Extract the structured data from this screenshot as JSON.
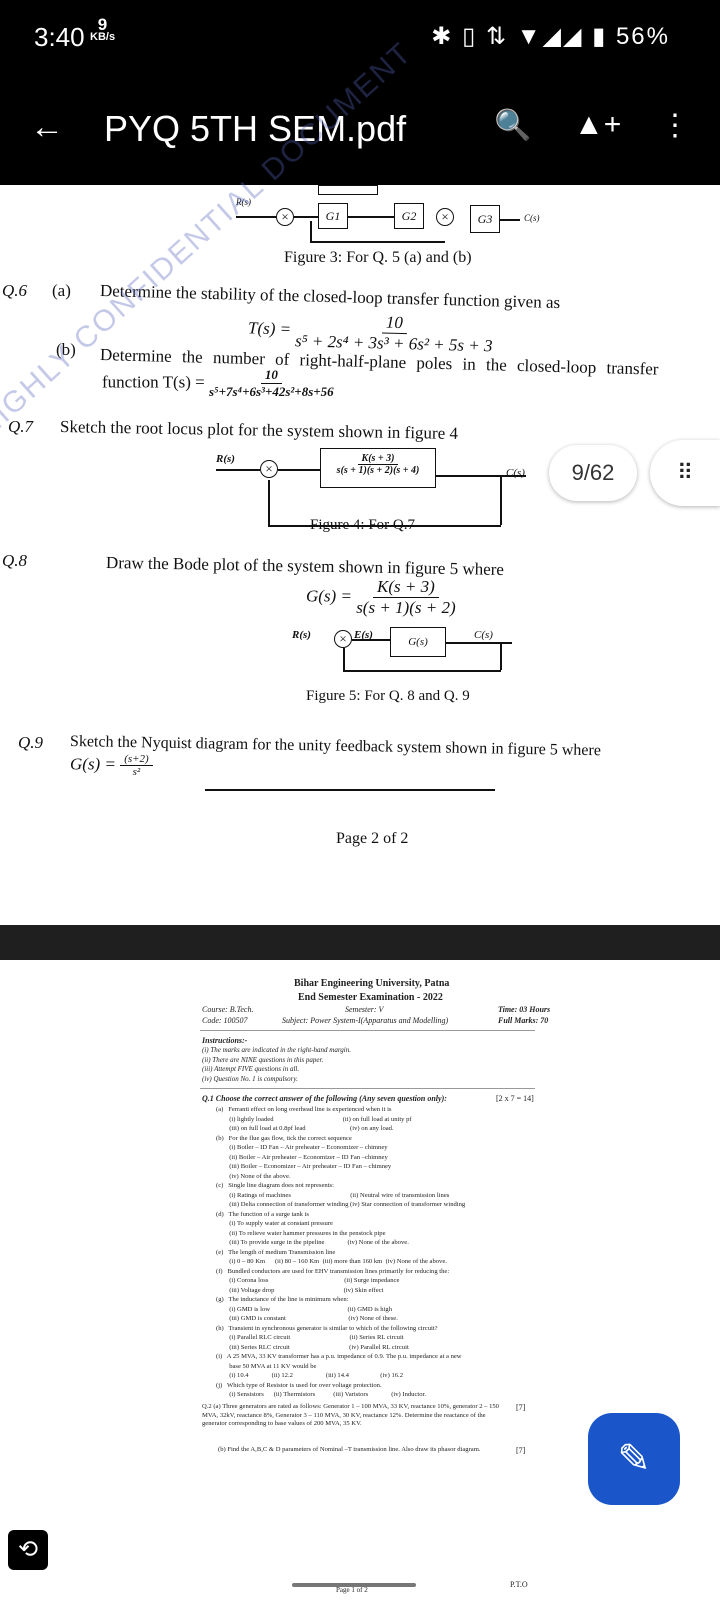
{
  "status_bar": {
    "time": "3:40",
    "speed_value": "9",
    "speed_unit": "KB/s",
    "icons": "✱ ▯ ⇅ ▼◢◢",
    "battery": "▮ 56%"
  },
  "app_bar": {
    "title": "PYQ 5TH SEM.pdf",
    "back_icon": "←",
    "search_icon": "🔍",
    "drive_icon": "▲+",
    "more_icon": "⋮"
  },
  "page_indicator": "9/62",
  "watermark": "HIGHLY CONFIDENTIAL DOCUMENT",
  "page2": {
    "fig3": {
      "r": "R(s)",
      "g1": "G1",
      "g2": "G2",
      "g3": "G3",
      "c": "C(s)",
      "caption": "Figure 3: For Q. 5 (a) and (b)"
    },
    "q6": {
      "num": "Q.6",
      "a_label": "(a)",
      "a_text": "Determine the stability of the closed-loop transfer function given as",
      "a_lhs": "T(s) =",
      "a_num": "10",
      "a_den": "s⁵ + 2s⁴ + 3s³ + 6s² + 5s + 3",
      "b_label": "(b)",
      "b_text": "Determine the number of right-half-plane poles in the closed-loop transfer",
      "b_fn": "function T(s) =",
      "b_num": "10",
      "b_den": "s⁵+7s⁴+6s³+42s²+8s+56"
    },
    "q7": {
      "num": "Q.7",
      "text": "Sketch the root locus plot for the system shown in figure 4",
      "r": "R(s)",
      "tf_num": "K(s + 3)",
      "tf_den": "s(s + 1)(s + 2)(s + 4)",
      "c": "C(s)",
      "caption": "Figure 4: For Q.7"
    },
    "q8": {
      "num": "Q.8",
      "text": "Draw the Bode plot of the system shown in figure 5 where",
      "lhs": "G(s) =",
      "num_expr": "K(s + 3)",
      "den_expr": "s(s + 1)(s + 2)",
      "r": "R(s)",
      "e": "E(s)",
      "g": "G(s)",
      "c": "C(s)",
      "caption": "Figure 5: For Q. 8 and Q. 9"
    },
    "q9": {
      "num": "Q.9",
      "text": "Sketch the Nyquist diagram for the unity feedback system shown in figure 5 where",
      "lhs": "G(s) =",
      "num_expr": "(s+2)",
      "den_expr": "s²"
    },
    "footer": "Page 2 of 2"
  },
  "page1": {
    "univ": "Bihar Engineering University, Patna",
    "exam": "End Semester Examination - 2022",
    "course": "Course: B.Tech.",
    "code": "Code: 100507",
    "semester": "Semester: V",
    "subject": "Subject: Power System-I(Apparatus and Modelling)",
    "time": "Time: 03 Hours",
    "marks": "Full Marks: 70",
    "instructions_title": "Instructions:-",
    "instructions": [
      "(i)  The marks are indicated in the right-hand margin.",
      "(ii)  There are NINE questions in this paper.",
      "(iii)  Attempt FIVE questions in all.",
      "(iv)  Question No. 1 is compulsory."
    ],
    "q1_title": "Q.1   Choose the correct answer of the following (Any seven question only):",
    "q1_marks": "[2 x 7 = 14]",
    "lines": [
      "(a)   Ferranti effect on long overhead line is experienced when it is",
      "        (i) lightly loaded                                          (ii) on full load at unity pf",
      "        (iii) on full load at 0.8pf lead                           (iv) on any load.",
      "(b)   For the flue gas flow, tick the correct sequence",
      "        (i) Boiler – ID Fan – Air preheater – Economizer – chimney",
      "        (ii) Boiler – Air preheater – Economizer – ID Fan –chimney",
      "        (iii) Boiler – Economizer – Air preheater – ID Fan – chimney",
      "        (iv) None of the above.",
      "(c)   Single line diagram does not represents:",
      "        (i) Ratings of machines                                    (ii) Neutral wire of transmission lines",
      "        (iii) Delta connection of transformer winding (iv) Star connection of transformer winding",
      "(d)   The function of a surge tank is",
      "        (i) To supply water at constant pressure",
      "        (ii) To relieve water hammer pressures in the penstock pipe",
      "        (iii) To provide surge in the pipeline              (iv) None of the above.",
      "(e)   The length of medium Transmission line",
      "        (i) 0 – 80 Km      (ii) 80 – 160 Km  (iii) more than 160 km  (iv) None of the above.",
      "(f)   Bundled conductors are used for EHV transmission lines primarily for reducing the:",
      "        (i) Corona loss                                              (ii) Surge impedance",
      "        (iii) Voltage drop                                          (iv) Skin effect",
      "(g)   The inductance of the line is minimum when:",
      "        (i) GMD is low                                               (ii) GMD is high",
      "        (iii) GMD is constant                                      (iv) None of these.",
      "(h)   Transient in synchronous generator is similar to which of the following circuit?",
      "        (i) Parallel RLC circuit                                    (ii) Series RL circuit",
      "        (iii) Series RLC circuit                                    (iv) Parallel RL circuit",
      "(i)   A 25 MVA, 33 KV transformer has a p.u. impedance of 0.9. The p.u. impedance at a new",
      "        base 50 MVA at 11 KV would be",
      "        (i) 10.4              (ii) 12.2                    (iii) 14.4                   (iv) 16.2",
      "(j)   Which type of Resistor is used for over voltage protection.",
      "        (i) Sensistors      (ii) Thermistors           (iii) Varistors              (iv) Inductor."
    ],
    "q2a": "Q.2  (a)   Three generators are rated as follows: Generator 1 – 100 MVA, 33 KV, reactance 10%, generator 2 – 150 MVA, 32kV, reactance 8%, Generator 3 – 110 MVA, 30 KV, reactance 12%. Determine the reactance of the generator corresponding to base values of 200 MVA, 35 KV.",
    "q2a_marks": "[7]",
    "q2b": "(b)   Find the A,B,C & D parameters of Nominal –T transmission line. Also draw its phasor diagram.",
    "q2b_marks": "[7]",
    "footer": "Page 1 of 2",
    "pto": "P.T.O"
  },
  "fab_icon": "✎",
  "rotate_icon": "⟲"
}
